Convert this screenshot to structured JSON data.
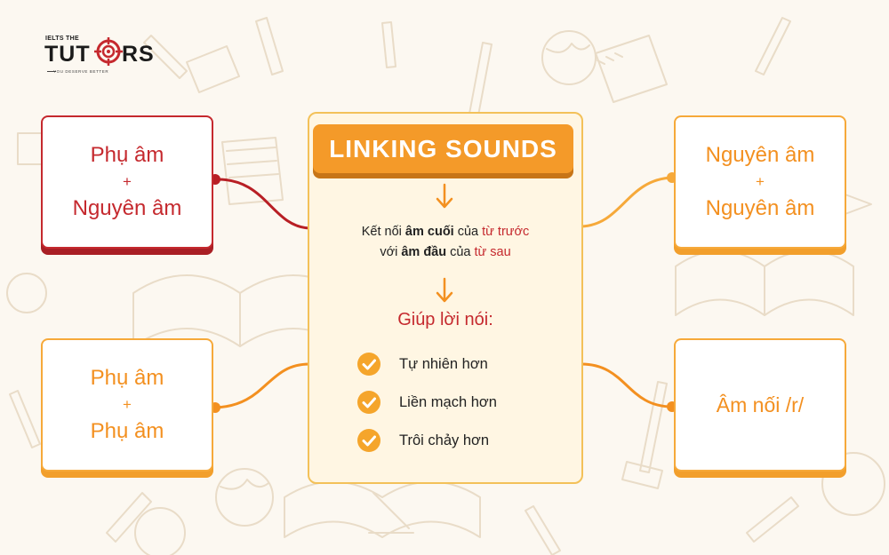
{
  "logo": {
    "top_text": "IELTS THE",
    "brand_left": "TUT",
    "brand_right": "RS",
    "slogan": "YOU DESERVE BETTER"
  },
  "center": {
    "title": "LINKING SOUNDS",
    "definition": {
      "p1": "Kết nối ",
      "b1": "âm cuối",
      "p2": " của ",
      "h1": "từ trước",
      "p3": "với ",
      "b2": "âm đầu",
      "p4": " của ",
      "h2": "từ sau"
    },
    "benefit_title": "Giúp lời nói:",
    "benefits": [
      "Tự nhiên hơn",
      "Liền mạch hơn",
      "Trôi chảy hơn"
    ]
  },
  "boxes": {
    "top_left": {
      "line1": "Phụ âm",
      "plus": "+",
      "line2": "Nguyên âm"
    },
    "bottom_left": {
      "line1": "Phụ âm",
      "plus": "+",
      "line2": "Phụ âm"
    },
    "top_right": {
      "line1": "Nguyên âm",
      "plus": "+",
      "line2": "Nguyên âm"
    },
    "bottom_right": {
      "line1": "Âm nối /r/"
    }
  },
  "colors": {
    "red": "#c5292e",
    "orange": "#f39020",
    "header_orange": "#f49a29",
    "panel_bg": "#fff6e3",
    "page_bg": "#fcf8f1"
  },
  "icons": [
    "target-icon",
    "arrow-down-icon",
    "check-circle-icon"
  ]
}
